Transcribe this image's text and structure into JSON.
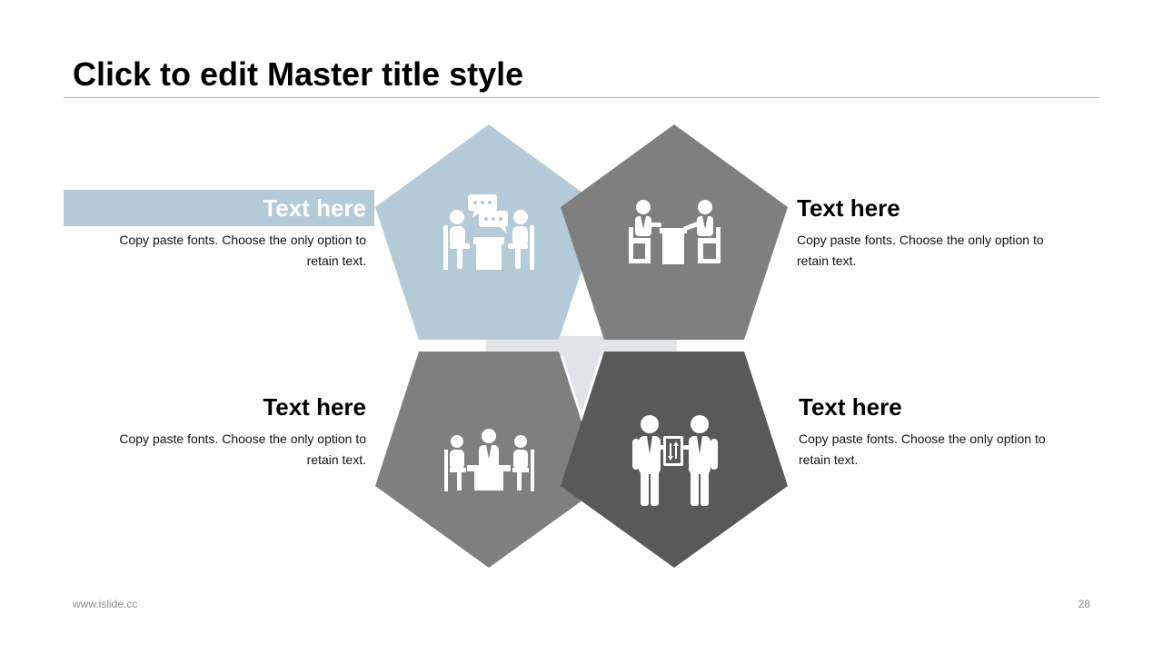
{
  "slide": {
    "title": "Click to edit Master title style",
    "footer_url": "www.islide.cc",
    "page_number": "28"
  },
  "colors": {
    "accent_blue": "#b4cbd7",
    "mid_gray": "#7f7f7f",
    "dark_gray": "#595959",
    "center_light": "#e2e4e8"
  },
  "items": [
    {
      "heading": "Text here",
      "body": "Copy paste fonts. Choose the only option to retain text.",
      "icon": "meeting-chat-icon"
    },
    {
      "heading": "Text here",
      "body": "Copy paste fonts. Choose the only option to retain text.",
      "icon": "interview-icon"
    },
    {
      "heading": "Text here",
      "body": "Copy paste fonts. Choose the only option to retain text.",
      "icon": "team-meeting-icon"
    },
    {
      "heading": "Text here",
      "body": "Copy paste fonts. Choose the only option to retain text.",
      "icon": "presentation-icon"
    }
  ]
}
